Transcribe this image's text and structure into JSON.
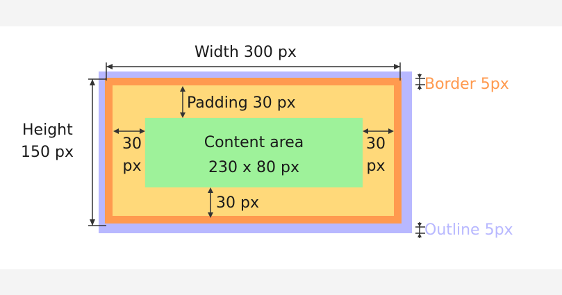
{
  "labels": {
    "width": "Width 300 px",
    "height_line1": "Height",
    "height_line2": "150 px",
    "padding_top": "Padding 30 px",
    "padding_left_1": "30",
    "padding_left_2": "px",
    "padding_right_1": "30",
    "padding_right_2": "px",
    "padding_bottom": "30 px",
    "content_line1": "Content area",
    "content_line2": "230 x 80 px",
    "border": "Border 5px",
    "outline": "Outline 5px"
  },
  "colors": {
    "outline": "#b8b8ff",
    "border": "#ff9a4f",
    "padding": "#ffd97a",
    "content": "#9ef29a",
    "border_label": "#ff9a4f",
    "outline_label": "#b8b8ff"
  }
}
